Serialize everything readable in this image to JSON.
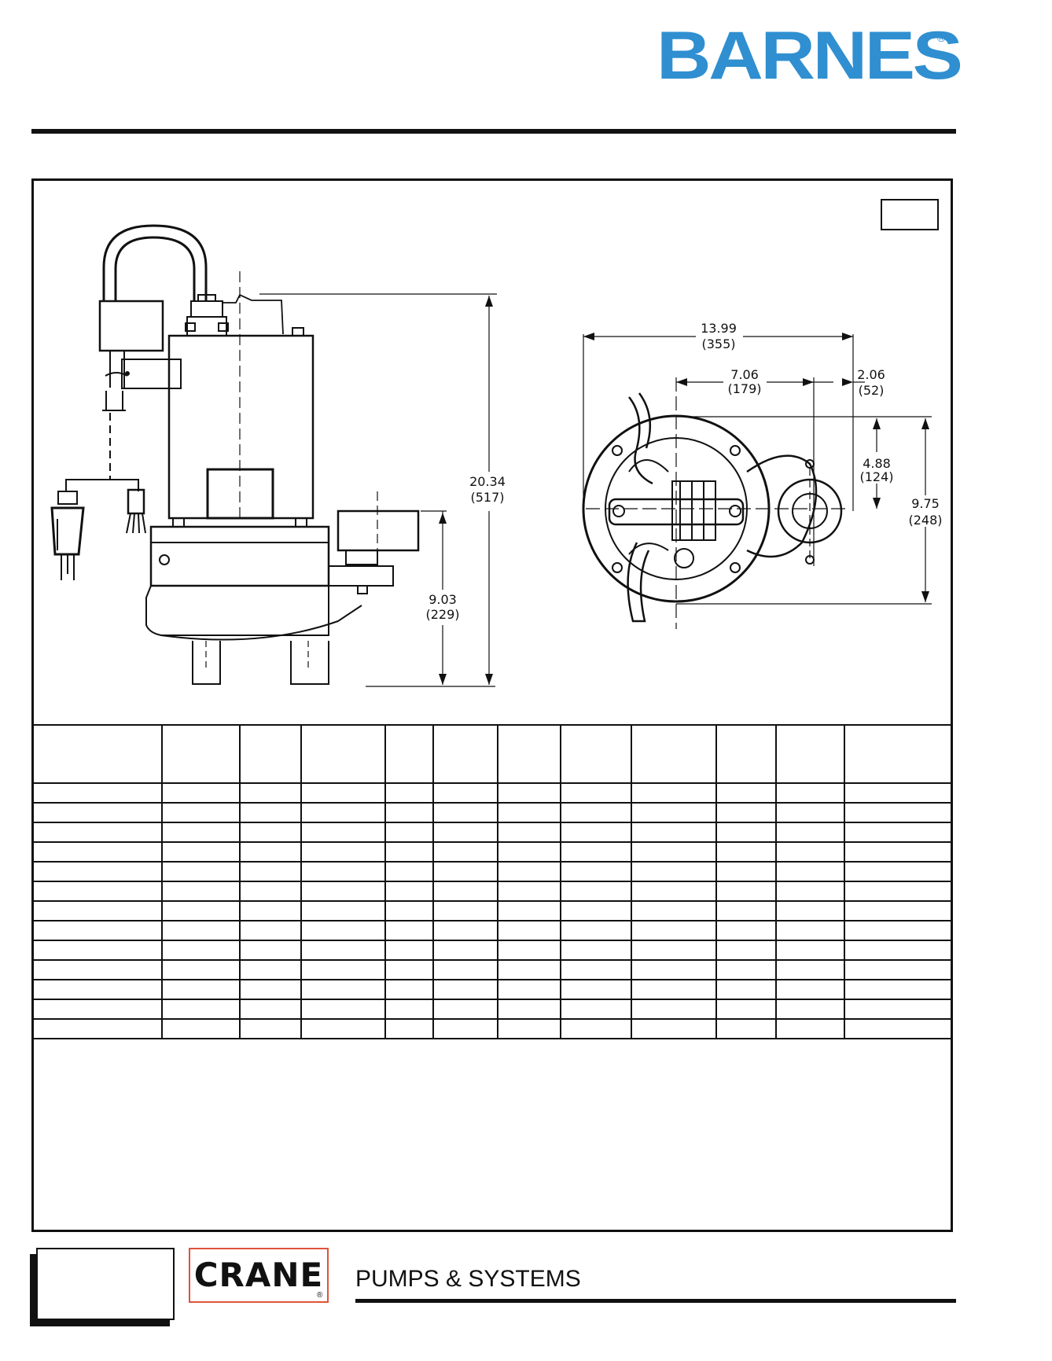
{
  "header": {
    "brand": "BARNES",
    "brand_reg": "®",
    "brand_color": "#2f8fd0"
  },
  "drawing": {
    "dims": {
      "height_in": "20.34",
      "height_mm": "(517)",
      "discharge_height_in": "9.03",
      "discharge_height_mm": "(229)",
      "width_in": "13.99",
      "width_mm": "(355)",
      "center_in": "7.06",
      "center_mm": "(179)",
      "offset_in": "2.06",
      "offset_mm": "(52)",
      "flange_in": "4.88",
      "flange_mm": "(124)",
      "depth_in": "9.75",
      "depth_mm": "(248)"
    }
  },
  "table": {
    "columns": 12,
    "body_rows": 13
  },
  "footer": {
    "crane_logo": "CRANE",
    "crane_reg": "®",
    "crane_color": "#e0533a",
    "tagline": "PUMPS & SYSTEMS"
  }
}
